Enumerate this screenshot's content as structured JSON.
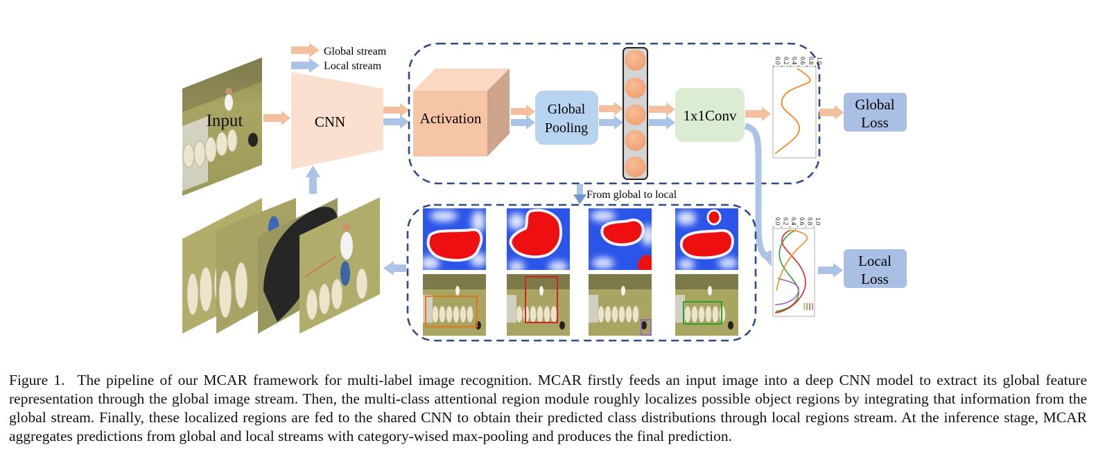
{
  "legend": {
    "global": "Global stream",
    "local": "Local stream"
  },
  "nodes": {
    "input": "Input",
    "cnn": "CNN",
    "activation": "Activation",
    "global_pooling": [
      "Global",
      "Pooling"
    ],
    "conv": "1x1Conv",
    "global_loss": [
      "Global",
      "Loss"
    ],
    "local_loss": [
      "Local",
      "Loss"
    ]
  },
  "transition_label": "From global to local",
  "dist_plot_ticks": [
    "0.0",
    "0.2",
    "0.4",
    "0.6",
    "0.8",
    "1.0"
  ],
  "colors": {
    "global_stream": "#f4bf9e",
    "local_stream": "#abc3e6",
    "module_border": "#2e4a86",
    "activation": "#f5c5a6",
    "pooling": "#b8d3ef",
    "conv": "#dcecd3",
    "loss": "#a9bfe3",
    "feature_node": "#f4a97d",
    "heat_cold": "#2a55e8",
    "heat_hot": "#ee1010",
    "region_colors": [
      "#e8731a",
      "#d42020",
      "#9468c0",
      "#29a329"
    ]
  },
  "caption": {
    "label": "Figure 1.",
    "text": "The pipeline of our MCAR framework for multi-label image recognition. MCAR firstly feeds an input image into a deep CNN model to extract its global feature representation through the global image stream. Then, the multi-class attentional region module roughly localizes possible object regions by integrating that information from the global stream. Finally, these localized regions are fed to the shared CNN to obtain their predicted class distributions through local regions stream. At the inference stage, MCAR aggregates predictions from global and local streams with category-wised max-pooling and produces the final prediction."
  }
}
